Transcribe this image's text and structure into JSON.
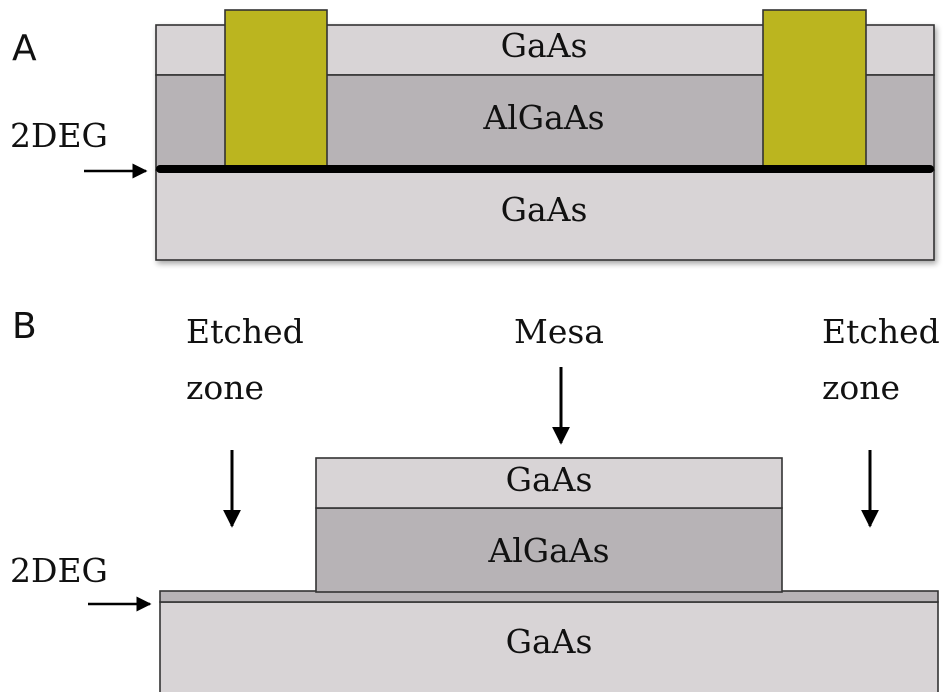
{
  "panel_a": {
    "letter": "A",
    "side_label": "2DEG",
    "layers": {
      "top": "GaAs",
      "middle": "AlGaAs",
      "bottom": "GaAs"
    }
  },
  "panel_b": {
    "letter": "B",
    "side_label": "2DEG",
    "layers": {
      "top": "GaAs",
      "middle": "AlGaAs",
      "bottom": "GaAs"
    },
    "annotations": {
      "left_line1": "Etched",
      "left_line2": "zone",
      "center": "Mesa",
      "right_line1": "Etched",
      "right_line2": "zone"
    }
  },
  "colors": {
    "gaas": "#d8d4d6",
    "algaas": "#b7b3b6",
    "contact": "#bbb51f",
    "two_deg": "#000000",
    "outline": "#333333"
  }
}
